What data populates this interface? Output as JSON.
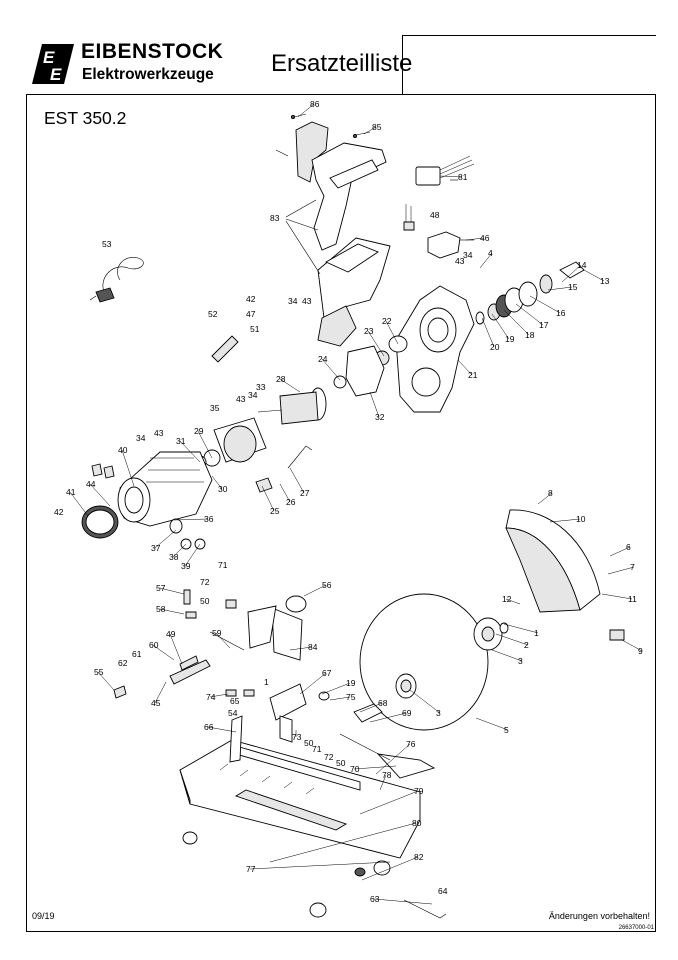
{
  "header": {
    "brand_name": "EIBENSTOCK",
    "brand_subtitle": "Elektrowerkzeuge",
    "document_title": "Ersatzteilliste",
    "model": "EST 350.2"
  },
  "footer": {
    "date": "09/19",
    "note": "Änderungen vorbehalten!",
    "doc_number": "26637000-01"
  },
  "part_labels": [
    "86",
    "85",
    "81",
    "83",
    "48",
    "46",
    "53",
    "43",
    "34",
    "4",
    "13",
    "14",
    "15",
    "16",
    "17",
    "18",
    "19",
    "20",
    "42",
    "34",
    "43",
    "52",
    "47",
    "51",
    "22",
    "23",
    "24",
    "21",
    "32",
    "28",
    "33",
    "34",
    "43",
    "35",
    "29",
    "31",
    "30",
    "27",
    "26",
    "25",
    "34",
    "43",
    "40",
    "41",
    "44",
    "42",
    "36",
    "37",
    "38",
    "39",
    "8",
    "10",
    "6",
    "7",
    "11",
    "12",
    "1",
    "2",
    "3",
    "9",
    "71",
    "72",
    "56",
    "57",
    "58",
    "50",
    "49",
    "59",
    "84",
    "60",
    "61",
    "62",
    "55",
    "45",
    "74",
    "65",
    "54",
    "1",
    "67",
    "19",
    "75",
    "68",
    "69",
    "3",
    "5",
    "66",
    "73",
    "50",
    "71",
    "72",
    "50",
    "70",
    "76",
    "78",
    "79",
    "80",
    "77",
    "82",
    "63",
    "64"
  ]
}
